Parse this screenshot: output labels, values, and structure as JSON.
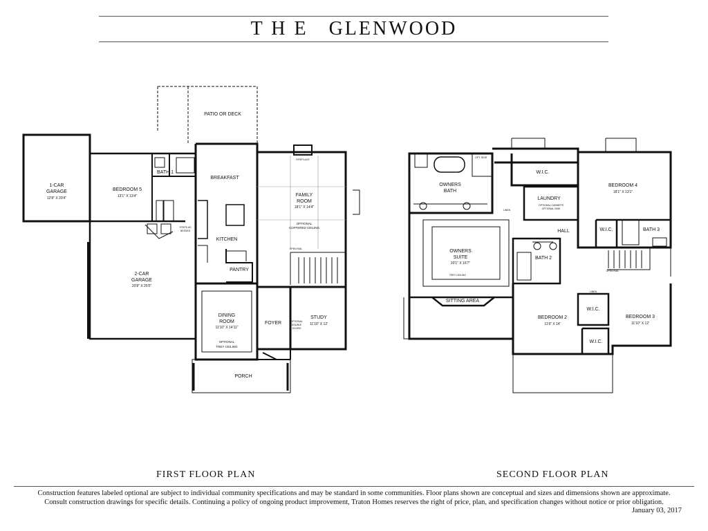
{
  "title": "T H E   GLENWOOD",
  "first_floor": {
    "label": "FIRST FLOOR PLAN",
    "rooms": {
      "garage1": {
        "name": [
          "1-CAR",
          "GARAGE"
        ],
        "dims": "12'8\" X 20'4\""
      },
      "garage2": {
        "name": [
          "2-CAR",
          "GARAGE"
        ],
        "dims": "20'8\" X 25'0\""
      },
      "bedroom5": {
        "name": "BEDROOM 5",
        "dims": "13'1\" X 13'4\""
      },
      "bath1": {
        "name": "BATH 1"
      },
      "patio": {
        "name": "PATIO OR DECK"
      },
      "breakfast": {
        "name": "BREAKFAST"
      },
      "kitchen": {
        "name": "KITCHEN"
      },
      "family": {
        "name": [
          "FAMILY",
          "ROOM"
        ],
        "dims": "18'1\" X 14'4\""
      },
      "family_note": [
        "OPTIONAL",
        "COFFERED CEILING"
      ],
      "fireplace": "FIREPLACE",
      "pantry": {
        "name": "PANTRY"
      },
      "dining": {
        "name": [
          "DINING",
          "ROOM"
        ],
        "dims": "11'10\" X 14'11\""
      },
      "dining_note": [
        "OPTIONAL",
        "TREY CEILING"
      ],
      "foyer": {
        "name": "FOYER"
      },
      "study": {
        "name": "STUDY",
        "dims": "11'10\" X 12'"
      },
      "study_note": [
        "OPTIONAL",
        "DOUBLE",
        "DOORS"
      ],
      "porch": {
        "name": "PORCH"
      },
      "steps": [
        "STEPS AS",
        "NEEDED"
      ],
      "open_rail": "OPEN RAIL"
    }
  },
  "second_floor": {
    "label": "SECOND FLOOR PLAN",
    "rooms": {
      "owners_bath": {
        "name": [
          "OWNERS",
          "BATH"
        ]
      },
      "opt_seat": "OPT. SEAT",
      "wic_top": {
        "name": "W.I.C."
      },
      "linen1": "LINEN",
      "laundry": {
        "name": "LAUNDRY"
      },
      "laundry_note": [
        "OPTIONAL CABINETS",
        "OPTIONAL SINK"
      ],
      "bedroom4": {
        "name": "BEDROOM 4",
        "dims": "18'1\" X 13'1\""
      },
      "hall": {
        "name": "HALL"
      },
      "wic_b4": {
        "name": "W.I.C."
      },
      "bath3": {
        "name": "BATH 3"
      },
      "owners_suite": {
        "name": [
          "OWNERS",
          "SUITE"
        ],
        "dims": "20'1\" X 16'7\""
      },
      "suite_note": "TREY CEILING",
      "bath2": {
        "name": "BATH 2"
      },
      "sitting": {
        "name": "SITTING AREA"
      },
      "bedroom2": {
        "name": "BEDROOM 2",
        "dims": "11'6\" X 14'"
      },
      "wic_mid": {
        "name": "W.I.C."
      },
      "wic_low": {
        "name": "W.I.C."
      },
      "bedroom3": {
        "name": "BEDROOM 3",
        "dims": "11'10\" X 12'"
      },
      "linen2": "LINEN",
      "open_rail": "OPEN RAIL"
    }
  },
  "disclaimer": [
    "Construction features labeled optional are subject to individual community specifications and may be standard in some communities.  Floor plans shown are conceptual and sizes and dimensions shown are approximate.",
    "Consult construction drawings for specific details. Continuing a policy of ongoing product improvement, Traton Homes reserves the right of price, plan, and specification changes without notice or prior obligation."
  ],
  "date": "January 03, 2017"
}
